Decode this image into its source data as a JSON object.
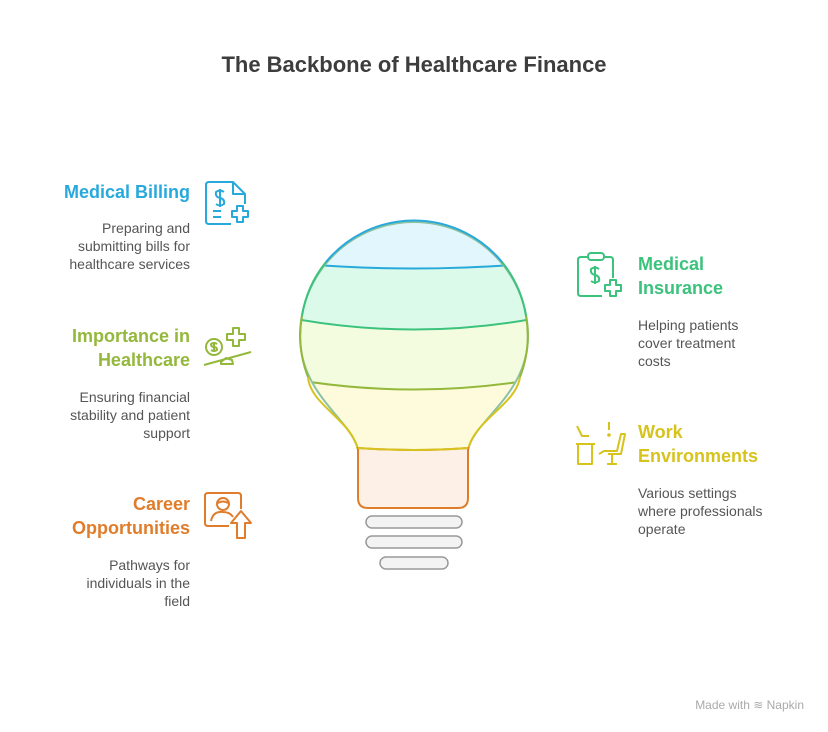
{
  "title": "The Backbone of Healthcare Finance",
  "colors": {
    "billing": "#27a9dc",
    "insurance": "#3bc27c",
    "importance": "#93b83b",
    "work": "#d6c31c",
    "career": "#e07d2b"
  },
  "items": {
    "billing": {
      "heading": "Medical Billing",
      "desc_lines": [
        "Preparing and",
        "submitting bills for",
        "healthcare services"
      ],
      "icon": "medical-bill-icon"
    },
    "importance": {
      "heading_lines": [
        "Importance in",
        "Healthcare"
      ],
      "desc_lines": [
        "Ensuring financial",
        "stability and patient",
        "support"
      ],
      "icon": "balance-scale-icon"
    },
    "career": {
      "heading_lines": [
        "Career",
        "Opportunities"
      ],
      "desc_lines": [
        "Pathways for",
        "individuals in the",
        "field"
      ],
      "icon": "career-growth-icon"
    },
    "insurance": {
      "heading_lines": [
        "Medical",
        "Insurance"
      ],
      "desc_lines": [
        "Helping patients",
        "cover treatment",
        "costs"
      ],
      "icon": "clipboard-dollar-icon"
    },
    "work": {
      "heading_lines": [
        "Work",
        "Environments"
      ],
      "desc_lines": [
        "Various settings",
        "where professionals",
        "operate"
      ],
      "icon": "workspace-icon"
    }
  },
  "footer": {
    "label": "Made with",
    "brand": "Napkin"
  }
}
